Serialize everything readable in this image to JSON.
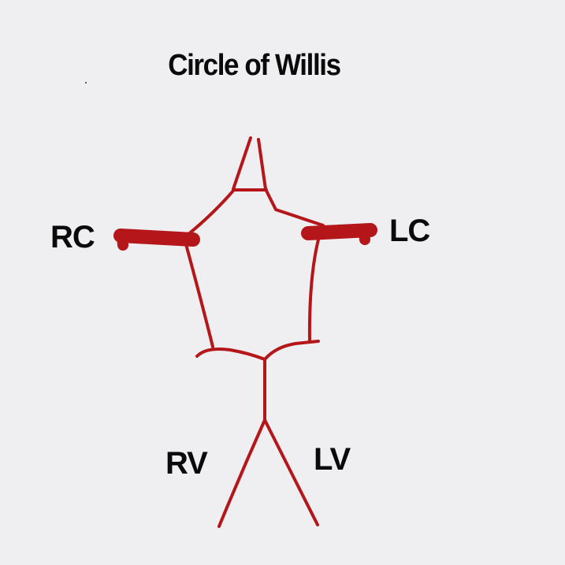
{
  "title": "Circle of Willis",
  "labels": {
    "right_carotid": "RC",
    "left_carotid": "LC",
    "right_vertebral": "RV",
    "left_vertebral": "LV"
  },
  "colors": {
    "vessel": "#b5161a",
    "text": "#0a0a0a",
    "background": "#efeff1"
  }
}
